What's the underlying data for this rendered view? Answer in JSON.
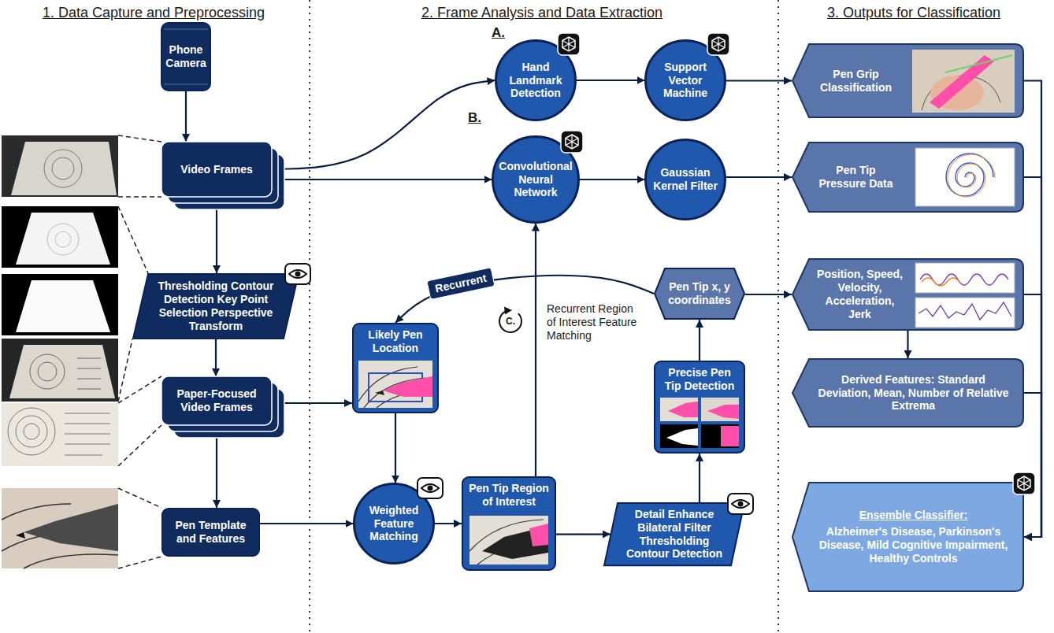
{
  "diagram": {
    "nodes": [
      {
        "text": [
          "Phone Camera"
        ]
      },
      {
        "text": [
          "Video Frames"
        ]
      },
      {
        "text": [
          "Thresholding Contour Detection Key Point Selection Perspective Transform"
        ]
      },
      {
        "text": [
          "Paper-Focused Video Frames"
        ]
      },
      {
        "text": [
          "Pen Template and Features"
        ]
      },
      {
        "text": [
          "Hand Landmark Detection"
        ]
      },
      {
        "text": [
          "Support Vector Machine"
        ]
      },
      {
        "text": [
          "Convolutional Neural Network"
        ]
      },
      {
        "text": [
          "Gaussian Kernel Filter"
        ]
      },
      {
        "text": [
          "Pen Tip x, y coordinates"
        ]
      },
      {
        "text": [
          "Likely Pen Location"
        ]
      },
      {
        "text": [
          "Precise Pen Tip Detection"
        ]
      },
      {
        "text": [
          "Weighted Feature Matching"
        ]
      },
      {
        "text": [
          "Pen Tip Region of Interest"
        ]
      },
      {
        "text": [
          "Detail Enhance Bilateral Filter Thresholding Contour Detection"
        ]
      },
      {
        "text": [
          "Pen Grip Classification"
        ]
      },
      {
        "text": [
          "Pen Tip Pressure Data"
        ]
      },
      {
        "text": [
          "Position, Speed, Velocity, Acceleration, Jerk"
        ]
      },
      {
        "text": [
          "Derived Features: Standard Deviation, Mean, Number of Relative Extrema"
        ]
      },
      {
        "text": [
          "Ensemble Classifier:",
          "Alzheimer's Disease, Parkinson's Disease, Mild Cognitive Impairment, Healthy Controls"
        ]
      }
    ],
    "edges": [
      {
        "from": 0,
        "to": 1,
        "arrow": "to"
      },
      {
        "from": 1,
        "to": 2,
        "arrow": "to"
      },
      {
        "from": 2,
        "to": 3,
        "arrow": "to"
      },
      {
        "from": 3,
        "to": 4,
        "arrow": "to"
      },
      {
        "from": 1,
        "to": 5,
        "arrow": "to"
      },
      {
        "from": 1,
        "to": 7,
        "arrow": "to"
      },
      {
        "from": 5,
        "to": 6,
        "arrow": "to"
      },
      {
        "from": 6,
        "to": 15,
        "arrow": "to"
      },
      {
        "from": 7,
        "to": 8,
        "arrow": "to"
      },
      {
        "from": 8,
        "to": 16,
        "arrow": "to"
      },
      {
        "from": 3,
        "to": 10,
        "arrow": "to"
      },
      {
        "from": 10,
        "to": 12,
        "arrow": "to"
      },
      {
        "from": 4,
        "to": 12,
        "arrow": "to"
      },
      {
        "from": 12,
        "to": 13,
        "arrow": "to"
      },
      {
        "from": 13,
        "to": 7,
        "arrow": "to",
        "label": "Recurrent Region of Interest Feature Matching"
      },
      {
        "from": 13,
        "to": 14,
        "arrow": "to"
      },
      {
        "from": 14,
        "to": 11,
        "arrow": "to"
      },
      {
        "from": 11,
        "to": 9,
        "arrow": "to"
      },
      {
        "from": 9,
        "to": 10,
        "arrow": "to",
        "label": "Recurrent"
      },
      {
        "from": 9,
        "to": 17,
        "arrow": "to"
      },
      {
        "from": 17,
        "to": 18,
        "arrow": "to"
      },
      {
        "from": 15,
        "to": 19,
        "arrow": "to"
      },
      {
        "from": 16,
        "to": 19,
        "arrow": "to"
      },
      {
        "from": 17,
        "to": 19,
        "arrow": "to"
      },
      {
        "from": 18,
        "to": 19,
        "arrow": "to"
      }
    ],
    "labels": [
      "1. Data Capture and Preprocessing",
      "2. Frame Analysis and Data Extraction",
      "3. Outputs for Classification",
      "A.",
      "B.",
      "C."
    ]
  }
}
